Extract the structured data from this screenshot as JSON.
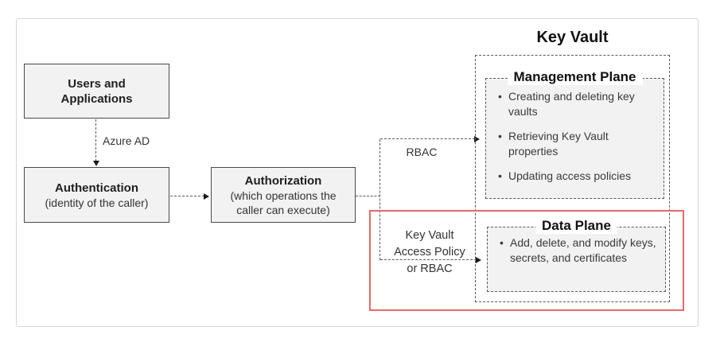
{
  "colors": {
    "highlight-red": "#e4696b",
    "box-fill": "#f2f2f2",
    "box-border": "#4a4a4a",
    "dashed-line": "#595959",
    "frame-border": "#d6d6d6"
  },
  "flow": {
    "users_box": {
      "line1": "Users and",
      "line2": "Applications"
    },
    "azure_ad_label": "Azure AD",
    "authentication_box": {
      "title": "Authentication",
      "subtitle": "(identity of the caller)"
    },
    "authorization_box": {
      "title": "Authorization",
      "subtitle_line1": "(which operations the",
      "subtitle_line2": "caller can execute)"
    },
    "rbac_label": "RBAC",
    "access_policy_label": {
      "line1": "Key Vault",
      "line2": "Access Policy",
      "line3": "or RBAC"
    }
  },
  "key_vault": {
    "title": "Key Vault",
    "management_plane": {
      "title": "Management Plane",
      "items": [
        "Creating and deleting key vaults",
        "Retrieving Key Vault properties",
        "Updating access policies"
      ]
    },
    "data_plane": {
      "title": "Data Plane",
      "items": [
        "Add, delete, and modify keys, secrets, and certificates"
      ]
    }
  }
}
